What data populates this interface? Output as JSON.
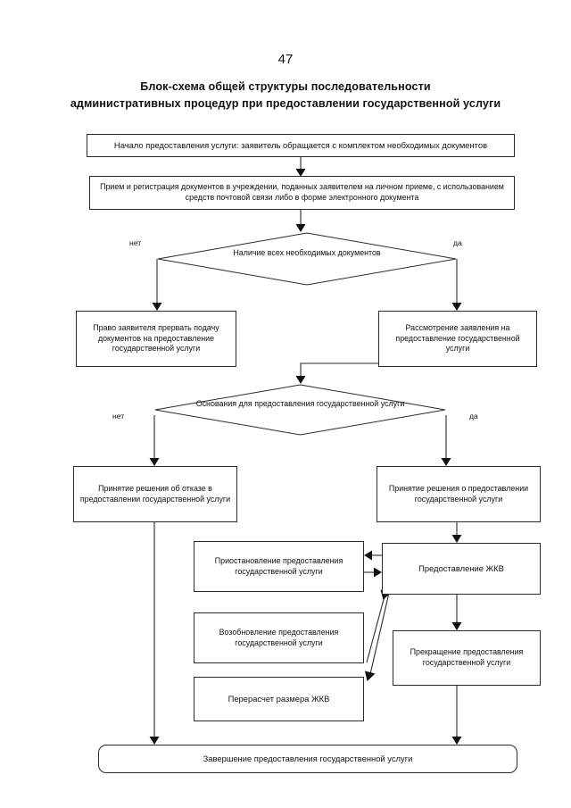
{
  "document": {
    "page_number": "47",
    "title_line1": "Блок-схема общей структуры последовательности",
    "title_line2": "административных процедур при предоставлении государственной услуги"
  },
  "chart_data": {
    "type": "diagram",
    "diagram_kind": "flowchart",
    "title": "Блок-схема общей структуры последовательности административных процедур при предоставлении государственной услуги",
    "nodes": [
      {
        "id": "start",
        "shape": "rect",
        "text": "Начало предоставления услуги: заявитель обращается с комплектом необходимых документов"
      },
      {
        "id": "intake",
        "shape": "rect",
        "text": "Прием и регистрация документов в учреждении, поданных заявителем на личном приеме, с использованием средств почтовой связи либо в форме электронного документа"
      },
      {
        "id": "decision1",
        "shape": "diamond",
        "text": "Наличие всех необходимых документов"
      },
      {
        "id": "interrupt",
        "shape": "rect",
        "text": "Право заявителя прервать подачу документов на предоставление государственной услуги"
      },
      {
        "id": "review",
        "shape": "rect",
        "text": "Рассмотрение заявления на предоставление государственной услуги"
      },
      {
        "id": "decision2",
        "shape": "diamond",
        "text": "Основания для предоставления государственной услуги"
      },
      {
        "id": "refusal",
        "shape": "rect",
        "text": "Принятие решения об отказе в предоставлении государственной услуги"
      },
      {
        "id": "granted",
        "shape": "rect",
        "text": "Принятие решения о предоставлении государственной услуги"
      },
      {
        "id": "suspend",
        "shape": "rect",
        "text": "Приостановление предоставления государственной услуги"
      },
      {
        "id": "resume",
        "shape": "rect",
        "text": "Возобновление предоставления государственной услуги"
      },
      {
        "id": "recalc",
        "shape": "rect",
        "text": "Перерасчет размера ЖКВ"
      },
      {
        "id": "provide",
        "shape": "rect",
        "text": "Предоставление ЖКВ"
      },
      {
        "id": "terminate",
        "shape": "rect",
        "text": "Прекращение предоставления государственной услуги"
      },
      {
        "id": "finish",
        "shape": "rounded",
        "text": "Завершение предоставления государственной услуги"
      }
    ],
    "edges": [
      {
        "from": "start",
        "to": "intake",
        "label": ""
      },
      {
        "from": "intake",
        "to": "decision1",
        "label": ""
      },
      {
        "from": "decision1",
        "to": "interrupt",
        "label": "нет"
      },
      {
        "from": "decision1",
        "to": "review",
        "label": "да"
      },
      {
        "from": "review",
        "to": "decision2",
        "label": ""
      },
      {
        "from": "decision2",
        "to": "refusal",
        "label": "нет"
      },
      {
        "from": "decision2",
        "to": "granted",
        "label": "да"
      },
      {
        "from": "refusal",
        "to": "finish",
        "label": ""
      },
      {
        "from": "granted",
        "to": "provide",
        "label": ""
      },
      {
        "from": "provide",
        "to": "suspend",
        "label": ""
      },
      {
        "from": "suspend",
        "to": "provide",
        "label": ""
      },
      {
        "from": "resume",
        "to": "provide",
        "label": ""
      },
      {
        "from": "recalc",
        "to": "provide",
        "label": ""
      },
      {
        "from": "provide",
        "to": "terminate",
        "label": ""
      },
      {
        "from": "terminate",
        "to": "finish",
        "label": ""
      }
    ],
    "edge_labels": {
      "no": "нет",
      "yes": "да"
    }
  }
}
